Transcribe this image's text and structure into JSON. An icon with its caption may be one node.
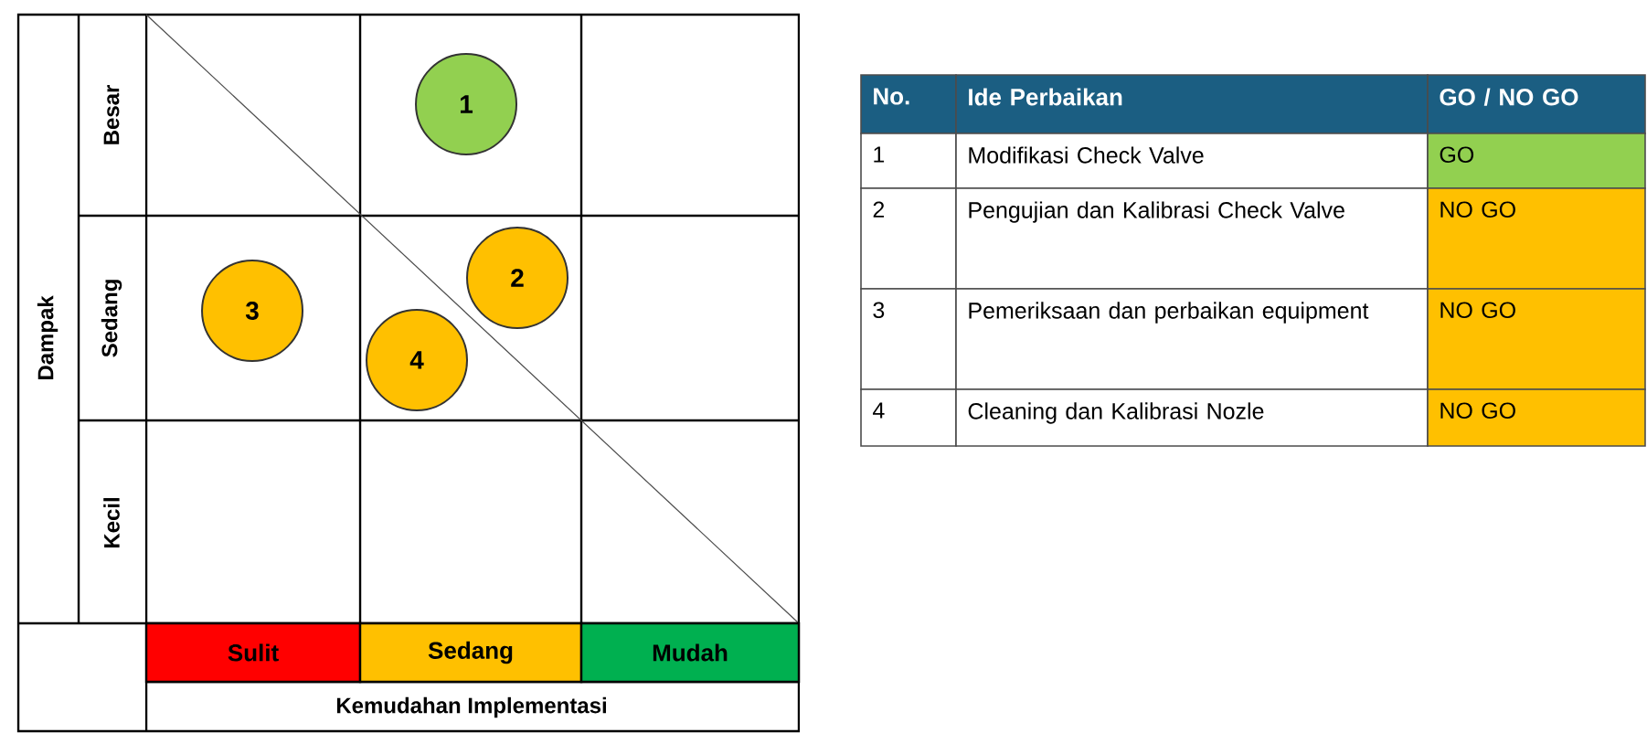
{
  "diagram": {
    "nodes": [
      {
        "text": [
          "1"
        ]
      },
      {
        "text": [
          "2"
        ]
      },
      {
        "text": [
          "3"
        ]
      },
      {
        "text": [
          "4"
        ]
      },
      {
        "text": [
          "Sulit"
        ]
      },
      {
        "text": [
          "Sedang"
        ]
      },
      {
        "text": [
          "Mudah"
        ]
      }
    ],
    "labels": [
      "Dampak",
      "Besar",
      "Sedang",
      "Kecil",
      "Kemudahan Implementasi",
      "No.",
      "Ide Perbaikan",
      "GO / NO GO",
      "1",
      "Modifikasi Check Valve",
      "GO",
      "2",
      "Pengujian dan Kalibrasi Check Valve",
      "NO GO",
      "3",
      "Pemeriksaan dan perbaikan equipment",
      "NO GO",
      "4",
      "Cleaning dan Kalibrasi Nozle",
      "NO GO"
    ]
  }
}
